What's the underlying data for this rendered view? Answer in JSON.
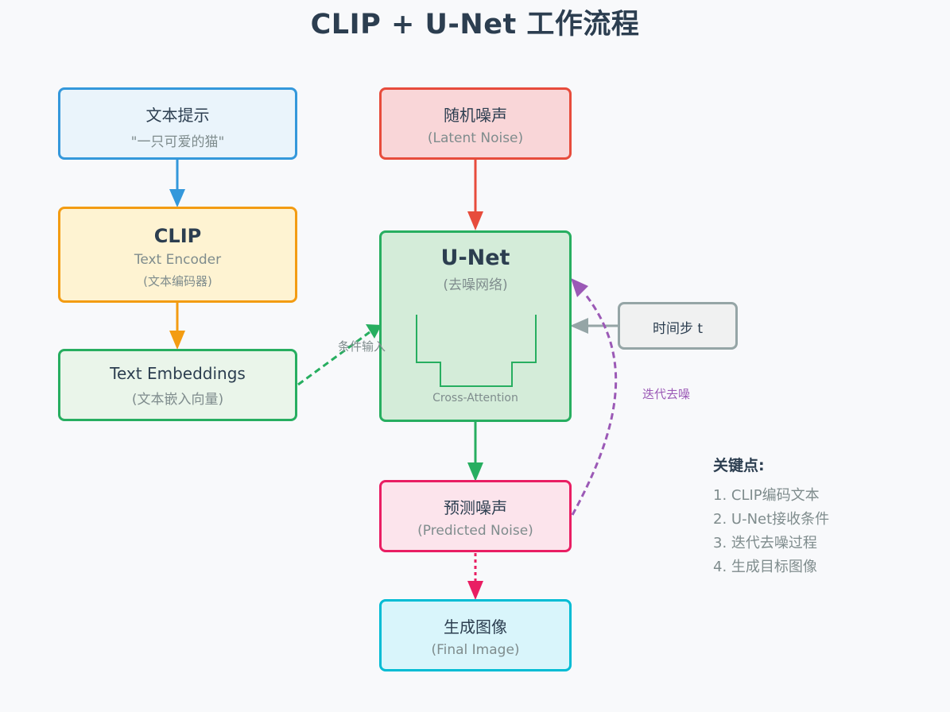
{
  "title": "CLIP + U-Net 工作流程",
  "nodes": {
    "text_prompt": {
      "label": "文本提示",
      "sub": "\"一只可爱的猫\""
    },
    "clip": {
      "label": "CLIP",
      "sub": "Text Encoder",
      "sub2": "(文本编码器)"
    },
    "embeddings": {
      "label": "Text Embeddings",
      "sub": "(文本嵌入向量)"
    },
    "noise": {
      "label": "随机噪声",
      "sub": "(Latent Noise)"
    },
    "unet": {
      "label": "U-Net",
      "sub": "(去噪网络)",
      "inner_label": "Cross-Attention"
    },
    "timestep": {
      "label": "时间步 t"
    },
    "predicted": {
      "label": "预测噪声",
      "sub": "(Predicted Noise)"
    },
    "final": {
      "label": "生成图像",
      "sub": "(Final Image)"
    }
  },
  "edge_labels": {
    "condition_input": "条件输入",
    "iterative_denoise": "迭代去噪"
  },
  "key_points": {
    "title": "关键点:",
    "items": [
      "1. CLIP编码文本",
      "2. U-Net接收条件",
      "3. 迭代去噪过程",
      "4. 生成目标图像"
    ]
  },
  "colors": {
    "blue": "#3498db",
    "orange": "#f39c12",
    "green": "#27ae60",
    "red": "#e74c3c",
    "gray": "#95a5a6",
    "pink": "#e91e63",
    "cyan": "#00bcd4",
    "purple": "#9b59b6"
  }
}
